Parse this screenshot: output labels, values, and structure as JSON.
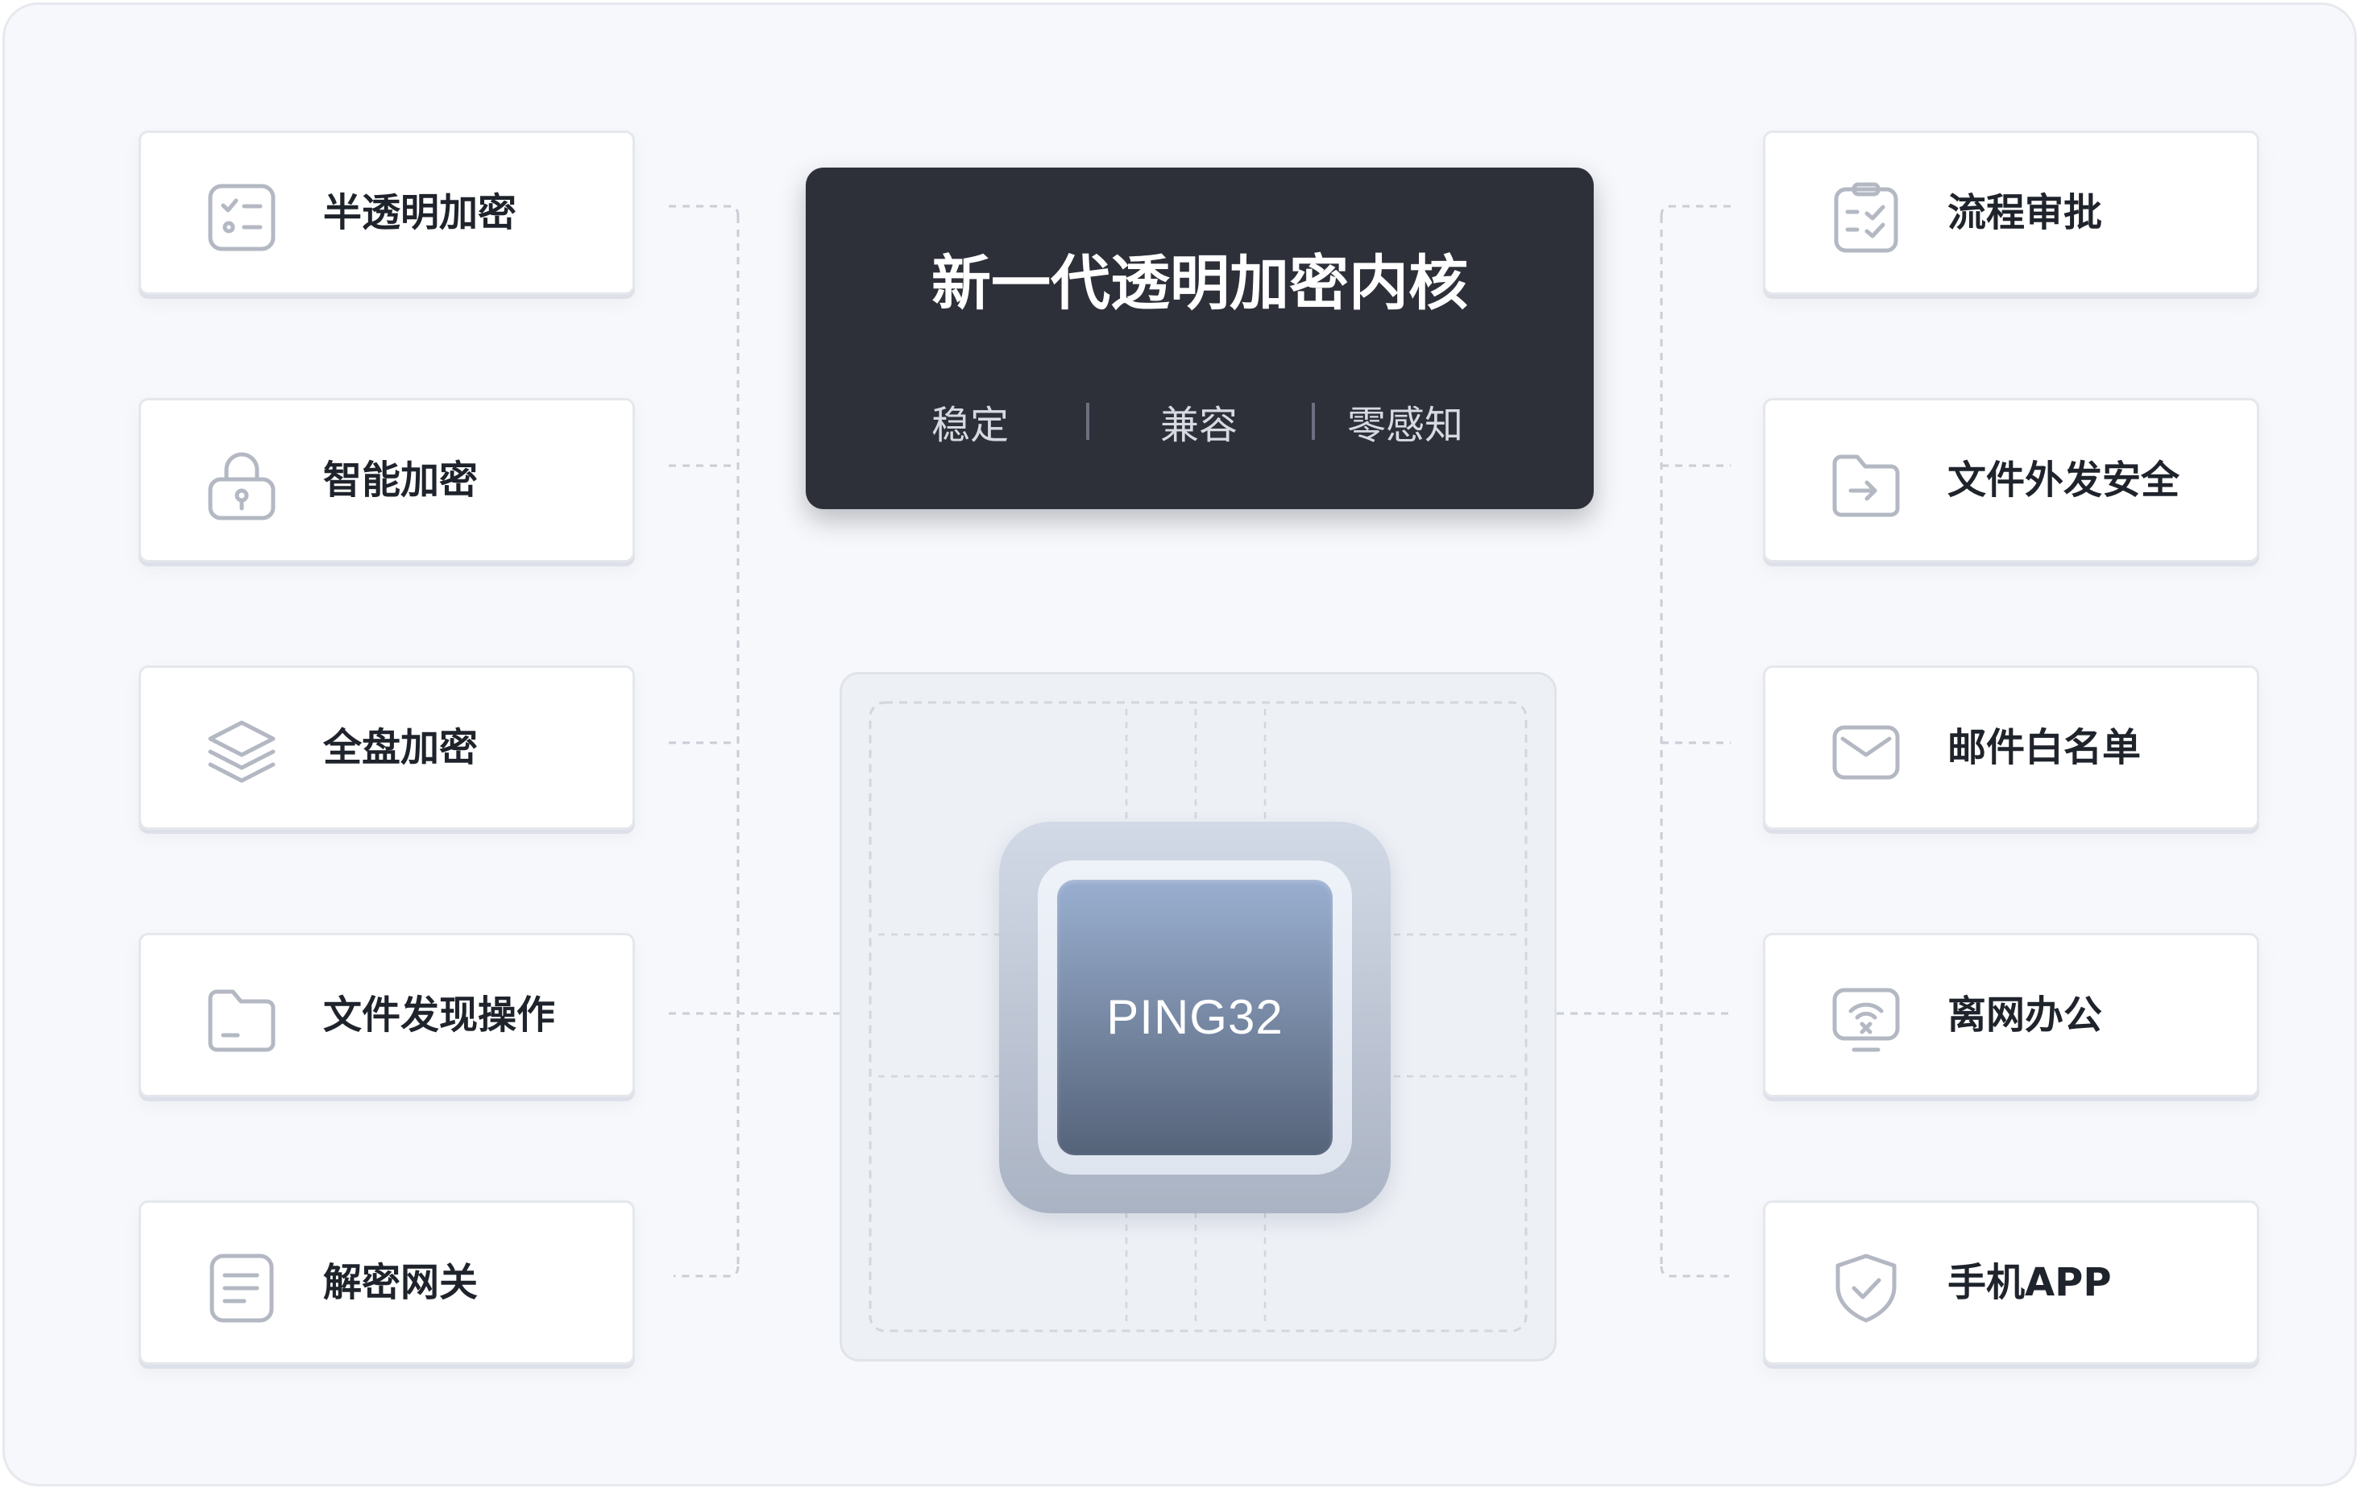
{
  "core": {
    "title": "新一代透明加密内核",
    "tags": [
      "稳定",
      "兼容",
      "零感知"
    ]
  },
  "chip": {
    "label": "PING32"
  },
  "left_features": [
    {
      "label": "半透明加密",
      "icon": "checklist-icon"
    },
    {
      "label": "智能加密",
      "icon": "lock-icon"
    },
    {
      "label": "全盘加密",
      "icon": "layers-icon"
    },
    {
      "label": "文件发现操作",
      "icon": "folder-icon"
    },
    {
      "label": "解密网关",
      "icon": "document-icon"
    }
  ],
  "right_features": [
    {
      "label": "流程审批",
      "icon": "clipboard-check-icon"
    },
    {
      "label": "文件外发安全",
      "icon": "folder-export-icon"
    },
    {
      "label": "邮件白名单",
      "icon": "mail-icon"
    },
    {
      "label": "离网办公",
      "icon": "offline-wifi-icon"
    },
    {
      "label": "手机APP",
      "icon": "shield-check-icon"
    }
  ],
  "colors": {
    "background": "#f7f8fb",
    "core_panel": "#2e3039",
    "chip_core": "#556379",
    "icon_stroke": "#b3b8c3",
    "connector": "#c9cdd6"
  }
}
